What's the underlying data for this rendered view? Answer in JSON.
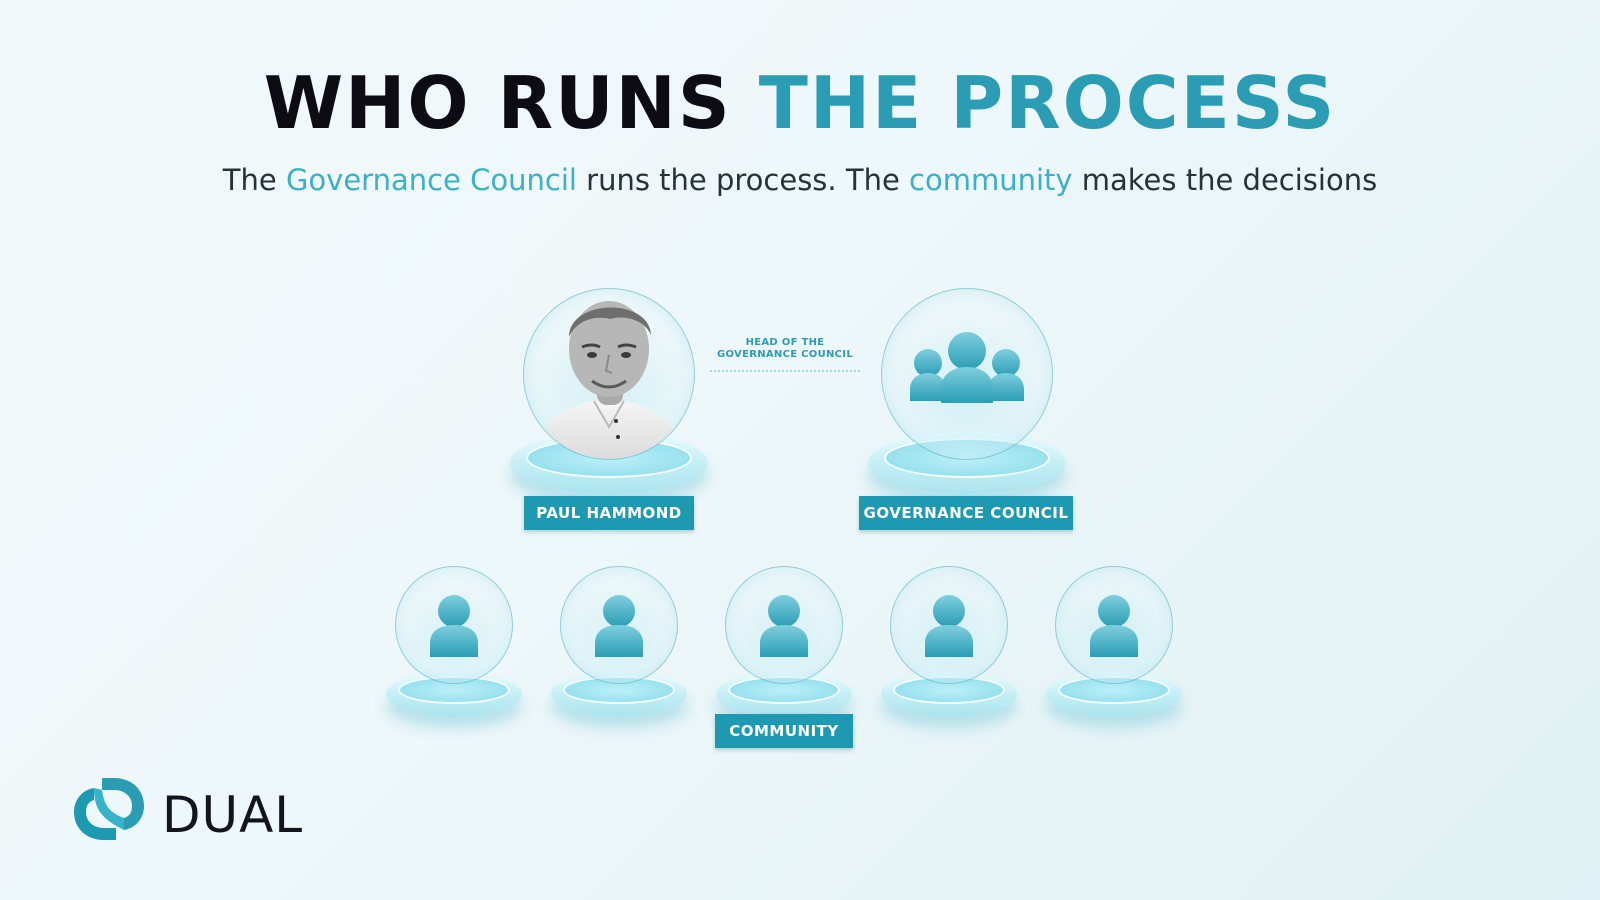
{
  "title": {
    "part1": "WHO RUNS ",
    "part2": "THE PROCESS"
  },
  "subtitle": {
    "t1": "The ",
    "hl1": "Governance Council",
    "t2": " runs the process. The ",
    "hl2": "community",
    "t3": " makes the decisions"
  },
  "head_note": {
    "line1": "HEAD OF THE",
    "line2": "GOVERNANCE COUNCIL"
  },
  "labels": {
    "paul": "PAUL HAMMOND",
    "council": "GOVERNANCE COUNCIL",
    "community": "COMMUNITY"
  },
  "icons": {
    "portrait": "person-portrait-icon",
    "group": "group-icon",
    "member": "user-icon"
  },
  "logo": {
    "text": "DUAL"
  },
  "colors": {
    "accent": "#2a9db5",
    "highlight": "#3bb0c8",
    "label_bg": "#1d9ab2",
    "title": "#0c0c12"
  }
}
